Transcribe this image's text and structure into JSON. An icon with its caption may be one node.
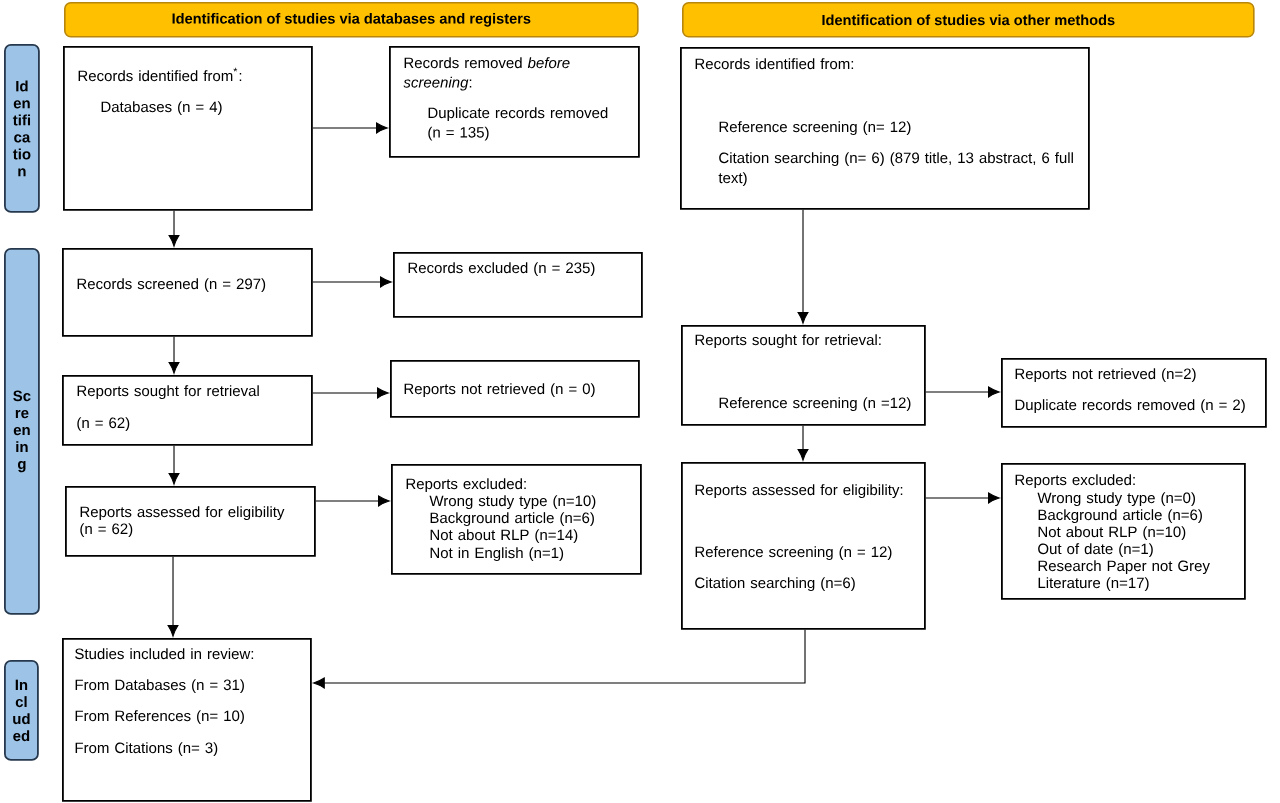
{
  "diagram": {
    "nodes": [
      {
        "text": [
          "Identification of studies via databases and registers"
        ]
      },
      {
        "text": [
          "Identification of studies via other methods"
        ]
      },
      {
        "text": [
          "Id en tifi ca tio n"
        ]
      },
      {
        "text": [
          "Records identified from$^{*}$:",
          "Databases (n = 4)"
        ]
      },
      {
        "text": [
          "Records removed *before screening*:",
          "Duplicate records removed (n = 135)"
        ]
      },
      {
        "text": [
          "Records identified from:",
          "Reference screening (n= 12)",
          "Citation searching (n= 6) (879 title, 13 abstract, 6 full text)"
        ]
      },
      {
        "text": [
          "Sc re en in g"
        ]
      },
      {
        "text": [
          "Records screened (n = 297)"
        ]
      },
      {
        "text": [
          "Records excluded (n = 235)"
        ]
      },
      {
        "text": [
          "Reports sought for retrieval",
          "(n = 62)"
        ]
      },
      {
        "text": [
          "Reports not retrieved (n = 0)"
        ]
      },
      {
        "text": [
          "Reports sought for retrieval:",
          "Reference screening (n =12)"
        ]
      },
      {
        "text": [
          "Reports not retrieved (n=2)",
          "Duplicate records removed (n = 2)"
        ]
      },
      {
        "text": [
          "Reports assessed for eligibility (n = 62)"
        ]
      },
      {
        "text": [
          "Reports excluded:",
          "Wrong study type (n=10)",
          "Background article (n=6)",
          "Not about RLP (n=14)",
          "Not in English (n=1)"
        ]
      },
      {
        "text": [
          "Reports assessed for eligibility:",
          "Reference screening (n = 12)",
          "Citation searching (n=6)"
        ]
      },
      {
        "text": [
          "Reports excluded:",
          "Wrong study type (n=0)",
          "Background article (n=6)",
          "Not about RLP (n=10)",
          "Out of date (n=1)",
          "Research Paper not Grey Literature (n=17)"
        ]
      },
      {
        "text": [
          "In cl ud ed"
        ]
      },
      {
        "text": [
          "Studies included in review:",
          "From Databases (n = 31)",
          "From References (n= 10)",
          "From Citations (n= 3)"
        ]
      }
    ],
    "edges": [
      {
        "from": 3,
        "to": 4,
        "arrow": "to"
      },
      {
        "from": 3,
        "to": 7,
        "arrow": "to"
      },
      {
        "from": 7,
        "to": 8,
        "arrow": "to"
      },
      {
        "from": 7,
        "to": 9,
        "arrow": "to"
      },
      {
        "from": 9,
        "to": 10,
        "arrow": "to"
      },
      {
        "from": 9,
        "to": 13,
        "arrow": "to"
      },
      {
        "from": 13,
        "to": 14,
        "arrow": "to"
      },
      {
        "from": 13,
        "to": 18,
        "arrow": "to"
      },
      {
        "from": 5,
        "to": 11,
        "arrow": "to"
      },
      {
        "from": 11,
        "to": 12,
        "arrow": "to"
      },
      {
        "from": 11,
        "to": 15,
        "arrow": "to"
      },
      {
        "from": 15,
        "to": 16,
        "arrow": "to"
      },
      {
        "from": 15,
        "to": 18,
        "arrow": "to"
      }
    ]
  }
}
